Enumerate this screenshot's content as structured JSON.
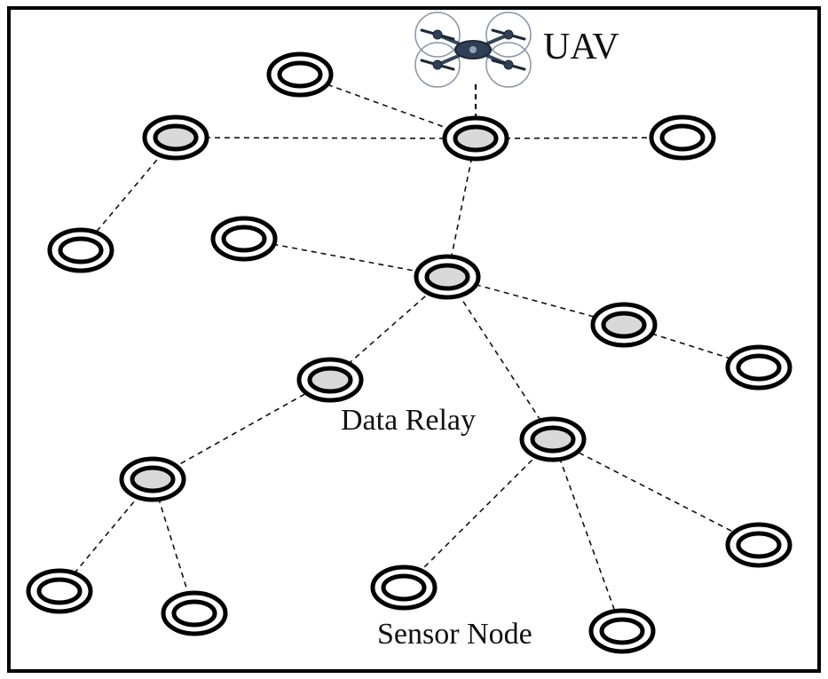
{
  "labels": {
    "uav": "UAV",
    "data_relay": "Data Relay",
    "sensor_node": "Sensor Node"
  },
  "legend": {
    "uav": "uav-quadcopter-icon",
    "relay_fill": "#d9d9d9",
    "sensor_fill": "#ffffff",
    "stroke": "#000000"
  }
}
